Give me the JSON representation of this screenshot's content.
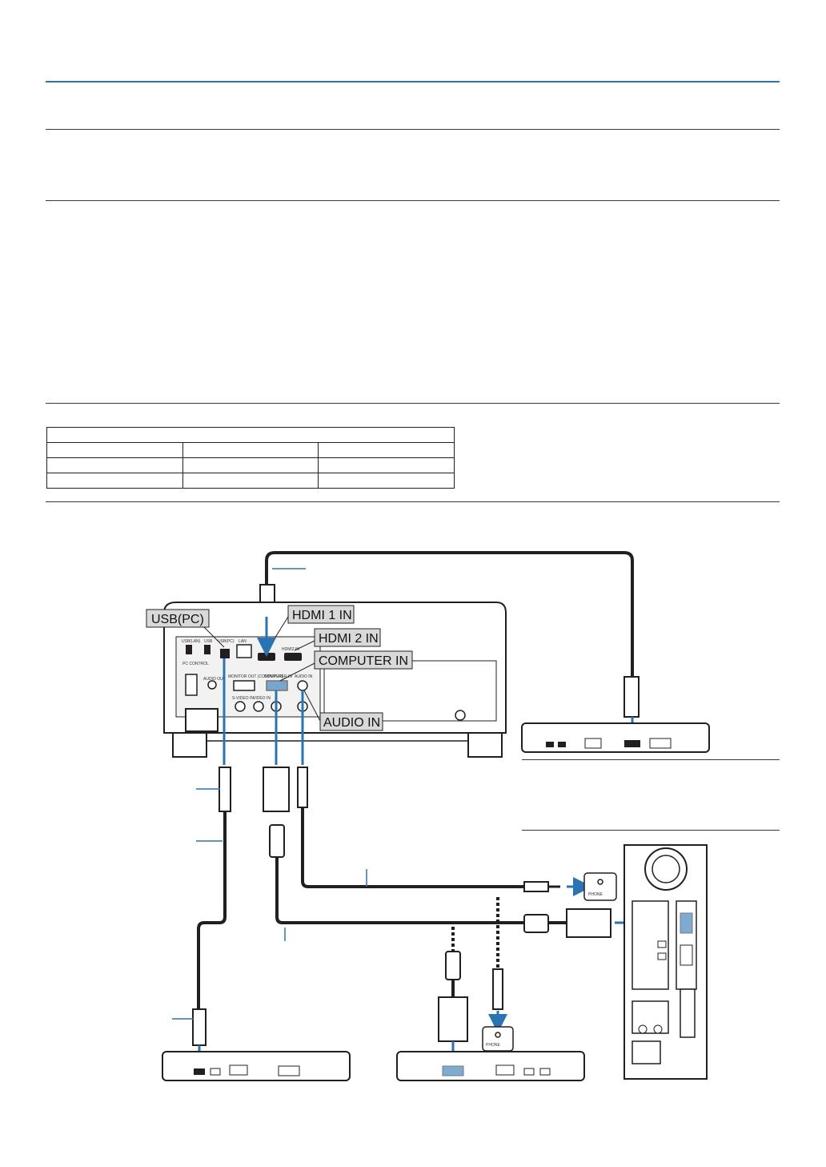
{
  "labels": {
    "usb_pc": "USB(PC)",
    "hdmi1": "HDMI 1 IN",
    "hdmi2": "HDMI 2 IN",
    "computer_in": "COMPUTER IN",
    "audio_in": "AUDIO IN"
  },
  "port_marks": {
    "usb_lan": "USB(LAN)",
    "usb": "USB",
    "usb_pc_small": "USB(PC)",
    "lan": "LAN",
    "hdmi2_small": "HDMI2 IN",
    "pc_control": "PC CONTROL",
    "audio_out": "AUDIO OUT",
    "monitor_out": "MONITOR OUT (COMPUTER)",
    "computer_in_small": "COMPUTER IN",
    "audio_in_small": "AUDIO IN",
    "s_video_in": "S-VIDEO IN",
    "video_in": "VIDEO IN",
    "phone": "PHONE"
  },
  "colors": {
    "accent": "#2a74b4",
    "cable": "#231f20",
    "label_bg": "#d9d9d9"
  }
}
